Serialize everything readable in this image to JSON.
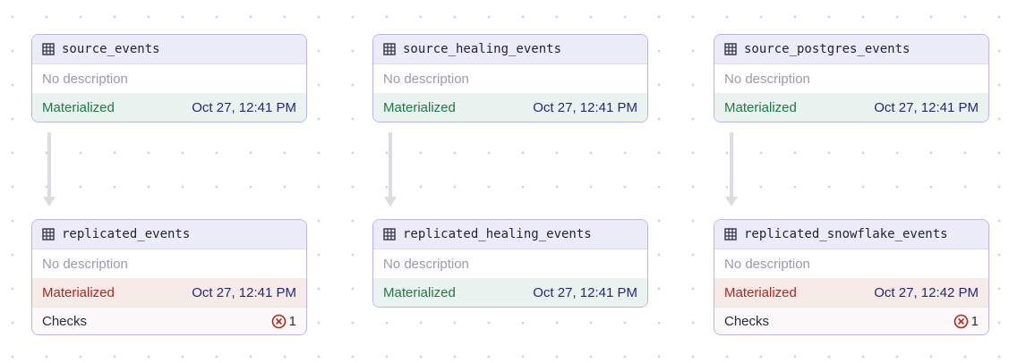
{
  "nodes": [
    {
      "title": "source_events",
      "description": "No description",
      "status": "Materialized",
      "date": "Oct 27, 12:41 PM"
    },
    {
      "title": "source_healing_events",
      "description": "No description",
      "status": "Materialized",
      "date": "Oct 27, 12:41 PM"
    },
    {
      "title": "source_postgres_events",
      "description": "No description",
      "status": "Materialized",
      "date": "Oct 27, 12:41 PM"
    },
    {
      "title": "replicated_events",
      "description": "No description",
      "status": "Materialized",
      "date": "Oct 27, 12:41 PM",
      "checks_label": "Checks",
      "failed_checks": "1"
    },
    {
      "title": "replicated_healing_events",
      "description": "No description",
      "status": "Materialized",
      "date": "Oct 27, 12:41 PM"
    },
    {
      "title": "replicated_snowflake_events",
      "description": "No description",
      "status": "Materialized",
      "date": "Oct 27, 12:42 PM",
      "checks_label": "Checks",
      "failed_checks": "1"
    }
  ],
  "icons": {
    "node": "table-icon",
    "check_failed": "x-circle-icon"
  },
  "colors": {
    "materialized_ok": "#1d7a47",
    "materialized_failed": "#b3261e",
    "node_border": "#b9b3ec",
    "date": "#1f2a7a"
  }
}
